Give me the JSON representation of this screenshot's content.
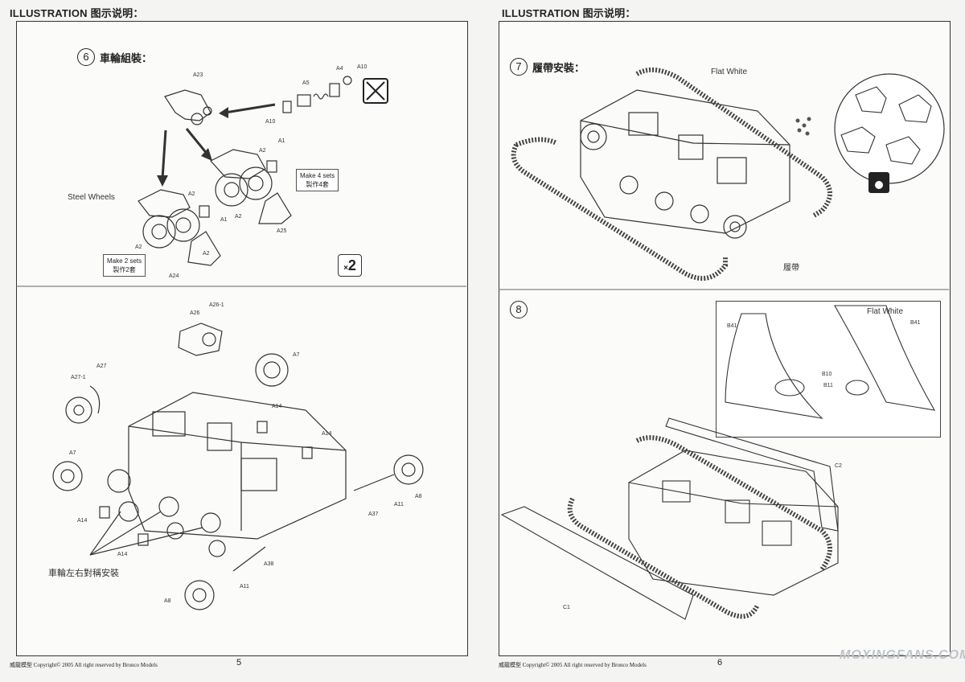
{
  "left_page": {
    "header": "ILLUSTRATION 图示说明：",
    "step6": {
      "number": "6",
      "title": "車輪組裝：",
      "part_labels": {
        "a23": "A23",
        "a4": "A4",
        "a10a": "A10",
        "a5": "A5",
        "a10b": "A10",
        "a2a": "A2",
        "a1a": "A1",
        "a2b": "A2",
        "a2c": "A2",
        "a1b": "A1",
        "a25": "A25",
        "a2d": "A2",
        "a2e": "A2",
        "a24": "A24"
      },
      "steel_wheels_label": "Steel Wheels",
      "make4_en": "Make 4 sets",
      "make4_zh": "製作4套",
      "make2_en": "Make 2 sets",
      "make2_zh": "製作2套",
      "multiplier": "2"
    },
    "hull_labels": {
      "a26": "A26",
      "a26_1": "A26-1",
      "a7a": "A7",
      "a27": "A27",
      "a27_1": "A27-1",
      "a14a": "A14",
      "a14b": "A14",
      "a7b": "A7",
      "a8a": "A8",
      "a11a": "A11",
      "a37": "A37",
      "a14c": "A14",
      "a14d": "A14",
      "a38": "A38",
      "a11b": "A11",
      "a8b": "A8"
    },
    "symmetric_note": "車輪左右對稱安裝",
    "copyright": "威龍模型  Copyright© 2005  All right reserved by Bronco Models",
    "page_number": "5"
  },
  "right_page": {
    "header": "ILLUSTRATION 图示说明：",
    "step7": {
      "number": "7",
      "title": "履帶安裝：",
      "flat_white": "Flat White",
      "track_label": "履帶"
    },
    "step8": {
      "number": "8",
      "flat_white": "Flat White",
      "part_labels": {
        "b41a": "B41",
        "b41b": "B41",
        "b10": "B10",
        "b11": "B11",
        "c2": "C2",
        "c1": "C1"
      }
    },
    "copyright": "威龍模型  Copyright© 2005  All right reserved by Bronco Models",
    "page_number": "6",
    "watermark": "MOXINGFANS.COM"
  }
}
